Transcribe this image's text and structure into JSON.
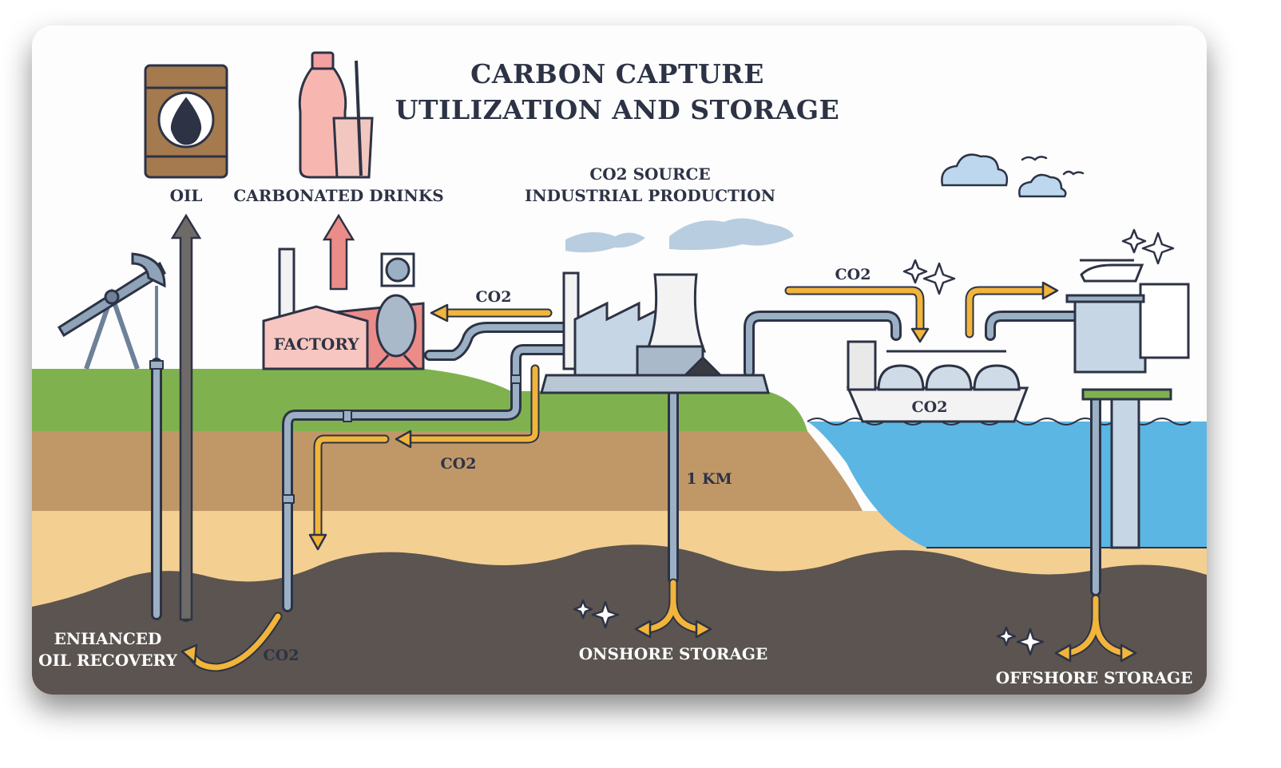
{
  "title": {
    "line1": "CARBON CAPTURE",
    "line2": "UTILIZATION AND STORAGE"
  },
  "labels": {
    "oil": "OIL",
    "drinks": "CARBONATED DRINKS",
    "source_line1": "CO2 SOURCE",
    "source_line2": "INDUSTRIAL PRODUCTION",
    "factory": "FACTORY",
    "co2_factory": "CO2",
    "co2_ship_top": "CO2",
    "co2_ship_hull": "CO2",
    "co2_underground": "CO2",
    "co2_eor": "CO2",
    "depth": "1 KM",
    "eor_line1": "ENHANCED",
    "eor_line2": "OIL RECOVERY",
    "onshore": "ONSHORE STORAGE",
    "offshore": "OFFSHORE STORAGE"
  },
  "colors": {
    "background": "#ffffff",
    "panel": "#fdfdfd",
    "grass": "#7fb24f",
    "soil": "#c09868",
    "sand": "#f4cf92",
    "rock": "#5b5450",
    "water": "#5cb6e3",
    "pipe": "#8fa3b8",
    "arrow": "#f2b53a",
    "ink": "#2d3345"
  }
}
